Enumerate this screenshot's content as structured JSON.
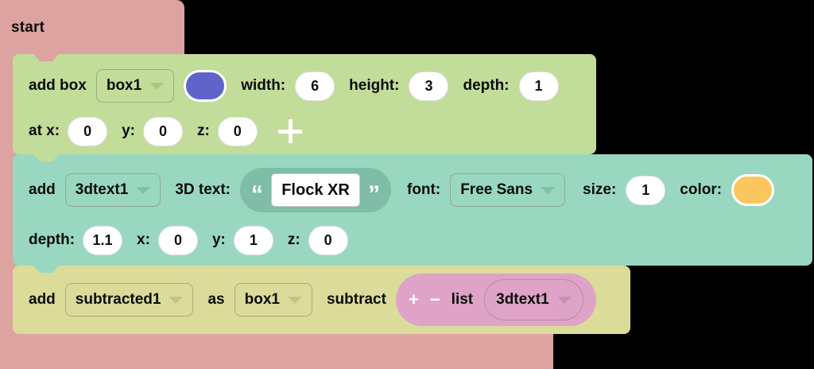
{
  "app": {
    "kind": "block-programming-workspace",
    "background_color": "#000000"
  },
  "start_block": {
    "label": "start",
    "color": "#dda3a0",
    "name": "start-block"
  },
  "blocks": [
    {
      "id": "add-box",
      "color": "#c2dc9a",
      "line1": {
        "label": "add box",
        "shape_dropdown": "box1",
        "color_swatch": "#6063c9",
        "width_label": "width:",
        "width_value": "6",
        "height_label": "height:",
        "height_value": "3",
        "depth_label": "depth:",
        "depth_value": "1"
      },
      "line2": {
        "x_label": "at x:",
        "x_value": "0",
        "y_label": "y:",
        "y_value": "0",
        "z_label": "z:",
        "z_value": "0",
        "add_icon": "plus-icon"
      }
    },
    {
      "id": "add-3dtext",
      "color": "#9ad7c0",
      "line1": {
        "label": "add",
        "shape_dropdown": "3dtext1",
        "text_label": "3D text:",
        "open_quote": "“",
        "close_quote": "”",
        "text_value": "Flock XR",
        "font_label": "font:",
        "font_value": "Free Sans",
        "size_label": "size:",
        "size_value": "1",
        "color_label": "color:",
        "color_swatch": "#fcc65f"
      },
      "line2": {
        "depth_label": "depth:",
        "depth_value": "1.1",
        "x_label": "x:",
        "x_value": "0",
        "y_label": "y:",
        "y_value": "1",
        "z_label": "z:",
        "z_value": "0"
      }
    },
    {
      "id": "add-subtracted",
      "color": "#dbdc99",
      "line1": {
        "label": "add",
        "result_dropdown": "subtracted1",
        "as_label": "as",
        "base_dropdown": "box1",
        "subtract_label": "subtract",
        "list": {
          "color": "#dea3c6",
          "add_item_icon": "plus-icon",
          "remove_item_icon": "minus-icon",
          "label": "list",
          "item_dropdown": "3dtext1"
        }
      }
    }
  ]
}
